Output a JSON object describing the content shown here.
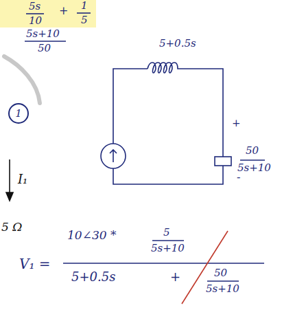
{
  "diagram": {
    "nodes": [
      {
        "text": [
          "1"
        ]
      }
    ],
    "labels": [
      "5s",
      "10",
      "+",
      "1",
      "5",
      "5s+10",
      "50",
      "5+0.5s",
      "+",
      "50",
      "5s+10",
      "-",
      "I₁",
      "5 Ω",
      "10∠30 *",
      "5",
      "5s+10",
      "V₁ =",
      "5+0.5s",
      "+",
      "50",
      "5s+10"
    ]
  }
}
